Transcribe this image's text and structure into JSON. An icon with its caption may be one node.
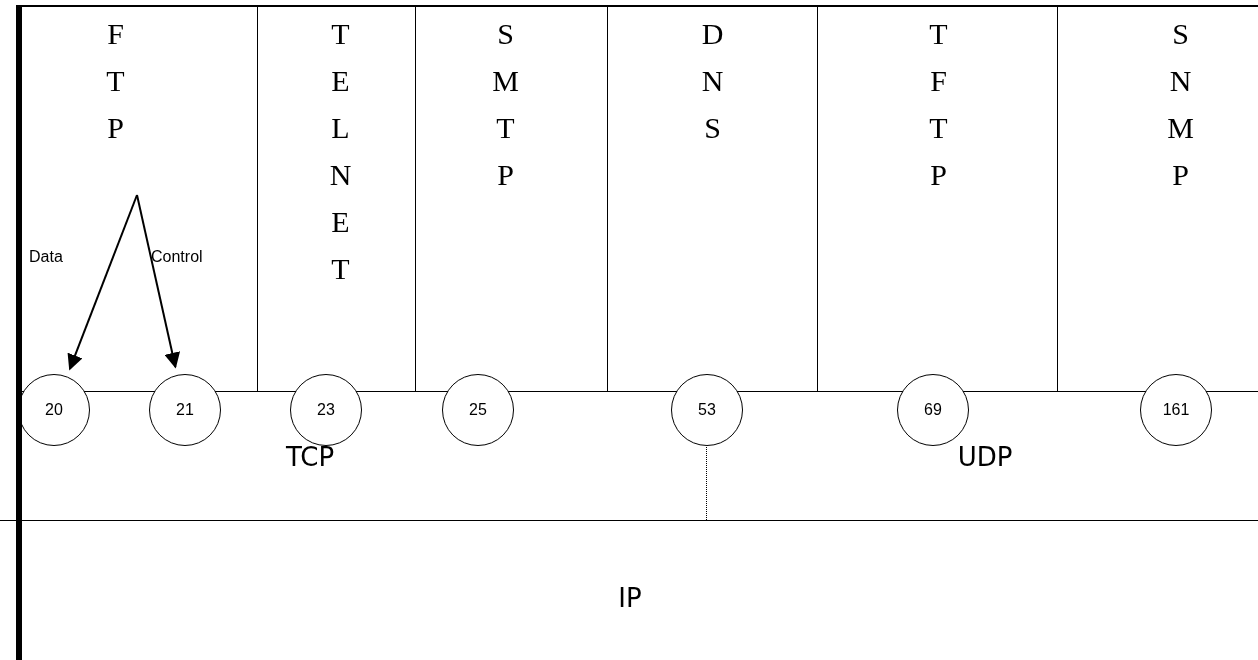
{
  "diagram": {
    "nodes": [
      {
        "text": [
          "FTP"
        ]
      },
      {
        "text": [
          "TELNET"
        ]
      },
      {
        "text": [
          "SMTP"
        ]
      },
      {
        "text": [
          "DNS"
        ]
      },
      {
        "text": [
          "TFTP"
        ]
      },
      {
        "text": [
          "SNMP"
        ]
      },
      {
        "text": [
          "20"
        ]
      },
      {
        "text": [
          "21"
        ]
      },
      {
        "text": [
          "23"
        ]
      },
      {
        "text": [
          "25"
        ]
      },
      {
        "text": [
          "53"
        ]
      },
      {
        "text": [
          "69"
        ]
      },
      {
        "text": [
          "161"
        ]
      },
      {
        "text": [
          "TCP"
        ]
      },
      {
        "text": [
          "UDP"
        ]
      },
      {
        "text": [
          "IP"
        ]
      }
    ],
    "edges": [
      {
        "from": 0,
        "to": 6,
        "arrow": "to",
        "label": "Data"
      },
      {
        "from": 0,
        "to": 7,
        "arrow": "to",
        "label": "Control"
      }
    ]
  }
}
